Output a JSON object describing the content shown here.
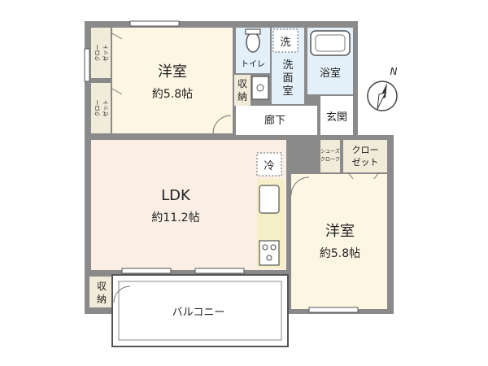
{
  "rooms": {
    "west_bedroom": {
      "name": "洋室",
      "area": "約5.8帖"
    },
    "east_bedroom": {
      "name": "洋室",
      "area": "約5.8帖"
    },
    "ldk": {
      "name": "LDK",
      "area": "約11.2帖"
    },
    "toilet": "トイレ",
    "washroom_line1": "洗",
    "washroom_line2": "面",
    "washroom_line3": "室",
    "bathroom": "浴室",
    "entrance": "玄関",
    "hallway": "廊下",
    "balcony": "バルコニー",
    "closet_main_line1": "クロー",
    "closet_main_line2": "ゼット",
    "closet_small_line1": "クロー",
    "closet_small_line2": "ゼット",
    "shoes_line1": "シューズ",
    "shoes_line2": "クローク",
    "storage_line1": "収",
    "storage_line2": "納",
    "washer": "洗",
    "fridge": "冷"
  },
  "compass": {
    "label": "N"
  },
  "colors": {
    "wall": "#8a8a8a",
    "wall_dark": "#555555",
    "room_cream": "#fdf6e3",
    "ldk_pink": "#fbeee4",
    "wet_blue": "#e3f0fa",
    "closet_tan": "#f1ebd9",
    "kitchen_yellow": "#f6f0c8"
  }
}
